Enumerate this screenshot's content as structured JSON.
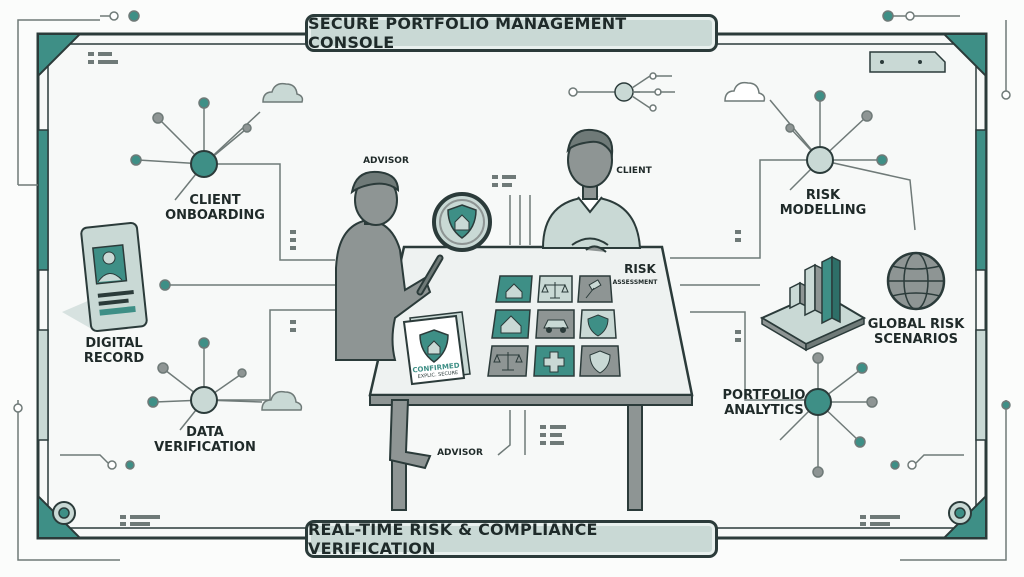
{
  "title": "SECURE PORTFOLIO MANAGEMENT CONSOLE",
  "footer": "REAL-TIME RISK & COMPLIANCE VERIFICATION",
  "people": {
    "advisor_top": "ADVISOR",
    "advisor_bottom": "ADVISOR",
    "client": "CLIENT"
  },
  "nodes": {
    "client_onboarding": "CLIENT\nONBOARDING",
    "digital_record": "DIGITAL\nRECORD",
    "data_verification": "DATA\nVERIFICATION",
    "risk_modelling": "RISK\nMODELLING",
    "global_risk": "GLOBAL RISK\nSCENARIOS",
    "portfolio_analytics": "PORTFOLIO\nANALYTICS"
  },
  "desk": {
    "risk": "RISK",
    "assessment": "ASSESSMENT"
  },
  "document": {
    "status": "CONFIRMED",
    "subtext": "EXPLIC. SECURE"
  },
  "colors": {
    "teal": "#3e8f86",
    "dark": "#2b3b3a",
    "light": "#c9d9d5",
    "grey": "#8e9594"
  },
  "icons": [
    "cloud-icon",
    "globe-icon",
    "bar-chart-icon",
    "shield-icon",
    "magnifier-icon",
    "home-icon",
    "scales-icon",
    "gavel-icon",
    "car-icon",
    "medical-cross-icon",
    "id-card-icon"
  ]
}
